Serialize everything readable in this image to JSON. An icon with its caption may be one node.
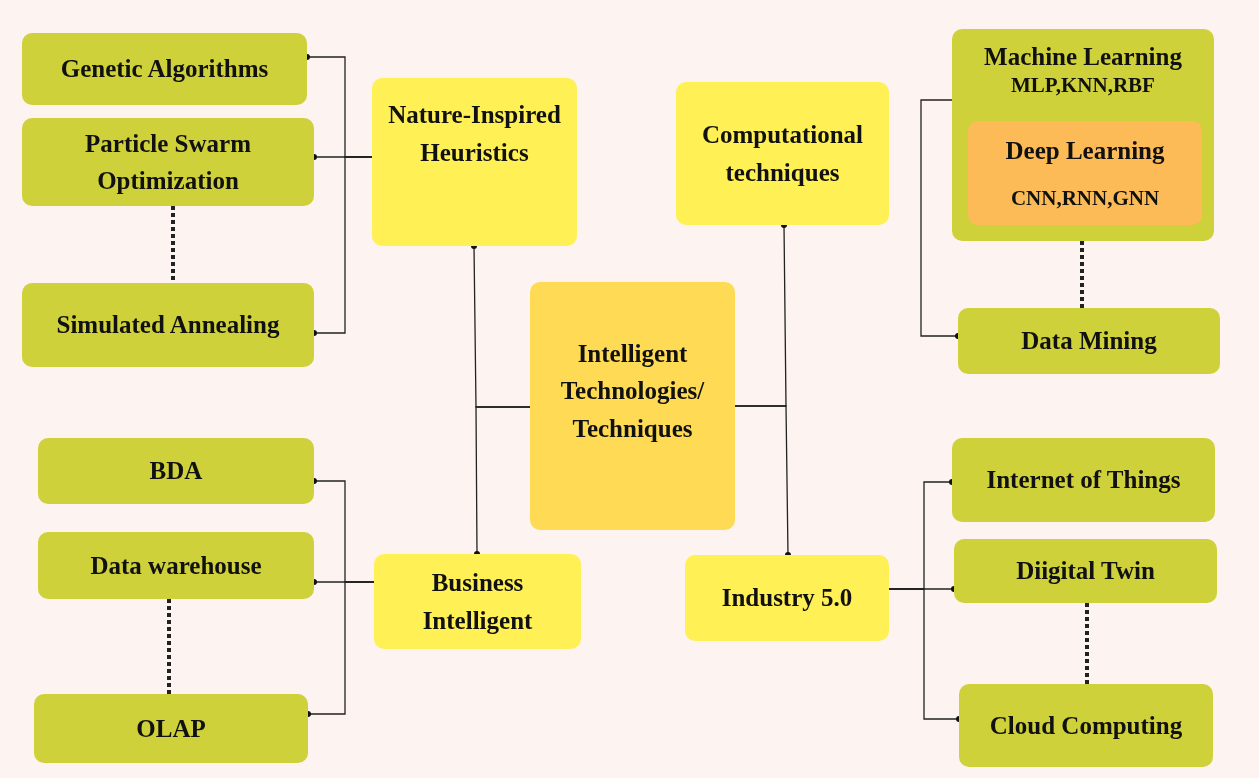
{
  "diagram": {
    "nodes": [
      {
        "text": [
          "Genetic Algorithms"
        ]
      },
      {
        "text": [
          "Particle Swarm Optimization"
        ]
      },
      {
        "text": [
          "Simulated Annealing"
        ]
      },
      {
        "text": [
          "Nature-Inspired Heuristics"
        ]
      },
      {
        "text": [
          "Intelligent Technologies/ Techniques"
        ]
      },
      {
        "text": [
          "Computational techniques"
        ]
      },
      {
        "text": [
          "Machine Learning",
          "MLP,KNN,RBF"
        ]
      },
      {
        "text": [
          "Deep Learning",
          "CNN,RNN,GNN"
        ],
        "in": 6
      },
      {
        "text": [
          "Data Mining"
        ]
      },
      {
        "text": [
          "BDA"
        ]
      },
      {
        "text": [
          "Data warehouse"
        ]
      },
      {
        "text": [
          "OLAP"
        ]
      },
      {
        "text": [
          "Business Intelligent"
        ]
      },
      {
        "text": [
          "Industry 5.0"
        ]
      },
      {
        "text": [
          "Internet of Things"
        ]
      },
      {
        "text": [
          "Diigital Twin"
        ]
      },
      {
        "text": [
          "Cloud Computing"
        ]
      }
    ],
    "edges": [
      {
        "from": 3,
        "to": 0,
        "arrow": "other"
      },
      {
        "from": 3,
        "to": 1,
        "arrow": "other"
      },
      {
        "from": 3,
        "to": 2,
        "arrow": "other"
      },
      {
        "from": 12,
        "to": 9,
        "arrow": "other"
      },
      {
        "from": 12,
        "to": 10,
        "arrow": "other"
      },
      {
        "from": 12,
        "to": 11,
        "arrow": "other"
      },
      {
        "from": 4,
        "to": 3,
        "arrow": "other"
      },
      {
        "from": 4,
        "to": 12,
        "arrow": "other"
      },
      {
        "from": 4,
        "to": 5,
        "arrow": "other"
      },
      {
        "from": 4,
        "to": 13,
        "arrow": "other"
      },
      {
        "from": 6,
        "to": 8,
        "arrow": "other"
      },
      {
        "from": 13,
        "to": 14,
        "arrow": "other"
      },
      {
        "from": 13,
        "to": 15,
        "arrow": "other"
      },
      {
        "from": 13,
        "to": 16,
        "arrow": "other"
      },
      {
        "from": 1,
        "to": 2,
        "arrow": "none",
        "style": "dashed"
      },
      {
        "from": 10,
        "to": 11,
        "arrow": "none",
        "style": "dashed"
      },
      {
        "from": 6,
        "to": 8,
        "arrow": "none",
        "style": "dashed"
      },
      {
        "from": 15,
        "to": 16,
        "arrow": "none",
        "style": "dashed"
      }
    ]
  }
}
